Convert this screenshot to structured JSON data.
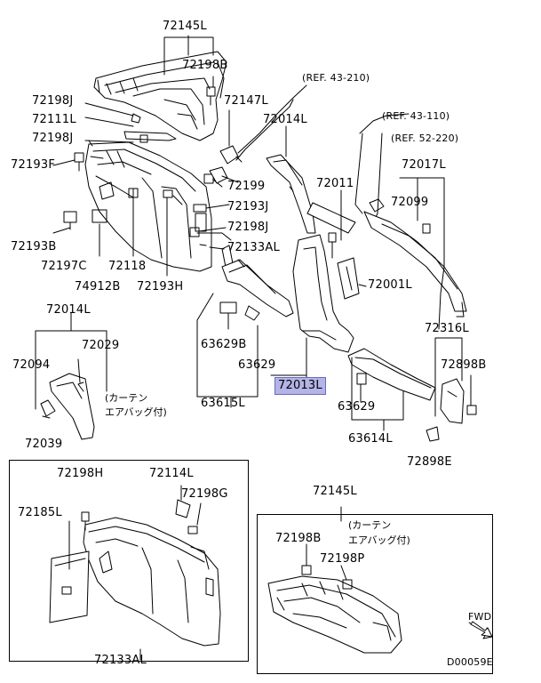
{
  "diagram": {
    "labels": {
      "l_72145L_top": "72145L",
      "l_72198B_top": "72198B",
      "l_ref43210": "(REF. 43-210)",
      "l_72198J_a": "72198J",
      "l_72147L": "72147L",
      "l_72111L": "72111L",
      "l_72014L_top": "72014L",
      "l_ref43110": "(REF. 43-110)",
      "l_72198J_b": "72198J",
      "l_ref52220": "(REF. 52-220)",
      "l_72193F": "72193F",
      "l_72017L": "72017L",
      "l_72011": "72011",
      "l_72199": "72199",
      "l_72099": "72099",
      "l_72193J": "72193J",
      "l_72198J_c": "72198J",
      "l_72193B": "72193B",
      "l_72133AL_top": "72133AL",
      "l_72197C": "72197C",
      "l_72118": "72118",
      "l_72001L": "72001L",
      "l_74912B": "74912B",
      "l_72193H": "72193H",
      "l_72014L_left": "72014L",
      "l_72029": "72029",
      "l_63629B": "63629B",
      "l_72316L": "72316L",
      "l_72094": "72094",
      "l_63629_a": "63629",
      "l_72898B": "72898B",
      "l_72013L": "72013L",
      "l_curtain1_a": "(カーテン",
      "l_curtain1_b": "エアバッグ付)",
      "l_63615L": "63615L",
      "l_63629_b": "63629",
      "l_72039": "72039",
      "l_63614L": "63614L",
      "l_72898E": "72898E",
      "l_72198H": "72198H",
      "l_72114L": "72114L",
      "l_72145L_bottom": "72145L",
      "l_72185L": "72185L",
      "l_72198G": "72198G",
      "l_curtain2_a": "(カーテン",
      "l_curtain2_b": "エアバッグ付)",
      "l_72198B_bottom": "72198B",
      "l_72198P": "72198P",
      "l_FWD": "FWD",
      "l_72133AL_bottom": "72133AL",
      "l_code": "D00059E"
    },
    "highlighted_part": "72013L",
    "highlight_color": "#b4b4e8",
    "line_color": "#000000"
  }
}
